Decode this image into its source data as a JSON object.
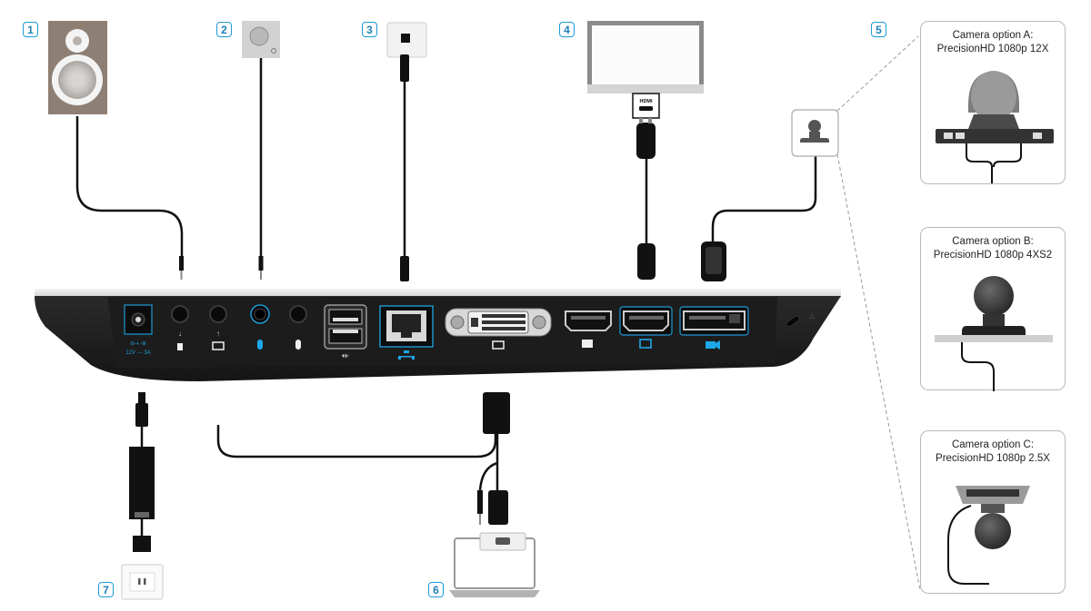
{
  "diagram": {
    "title": "Codec connection panel overview",
    "accent_color": "#1e9ad6",
    "callouts": [
      {
        "number": "1",
        "device": "Loudspeaker",
        "icon": "speaker-icon"
      },
      {
        "number": "2",
        "device": "Microphone",
        "icon": "microphone-icon"
      },
      {
        "number": "3",
        "device": "Network wall socket",
        "icon": "network-socket-icon"
      },
      {
        "number": "4",
        "device": "Display monitor",
        "icon": "monitor-icon"
      },
      {
        "number": "5",
        "device": "Camera",
        "icon": "camera-icon"
      },
      {
        "number": "6",
        "device": "Laptop / PC",
        "icon": "laptop-icon"
      },
      {
        "number": "7",
        "device": "Power outlet",
        "icon": "power-outlet-icon"
      }
    ],
    "monitor_port_label": "HDMI",
    "camera_options": [
      {
        "title": "Camera option A:",
        "model": "PrecisionHD 1080p 12X"
      },
      {
        "title": "Camera option B:",
        "model": "PrecisionHD 1080p 4XS2"
      },
      {
        "title": "Camera option C:",
        "model": "PrecisionHD 1080p 2.5X"
      }
    ],
    "codec_ports": [
      {
        "name": "dc-power-in",
        "label": "12V --- 3A",
        "highlight": true
      },
      {
        "name": "audio-line-out",
        "label": "speaker",
        "highlight": false
      },
      {
        "name": "pc-audio-in",
        "label": "pc",
        "highlight": false
      },
      {
        "name": "microphone-in",
        "label": "mic",
        "highlight": true
      },
      {
        "name": "headset-mic-in",
        "label": "mic",
        "highlight": false
      },
      {
        "name": "usb",
        "label": "usb",
        "highlight": false
      },
      {
        "name": "ethernet",
        "label": "network",
        "highlight": true
      },
      {
        "name": "dvi-pc-in",
        "label": "pc",
        "highlight": false
      },
      {
        "name": "hdmi-out-2",
        "label": "second display",
        "highlight": false
      },
      {
        "name": "hdmi-out-1",
        "label": "main display",
        "highlight": true
      },
      {
        "name": "camera-in",
        "label": "camera",
        "highlight": true
      }
    ],
    "power_label": "12V --- 3A"
  }
}
